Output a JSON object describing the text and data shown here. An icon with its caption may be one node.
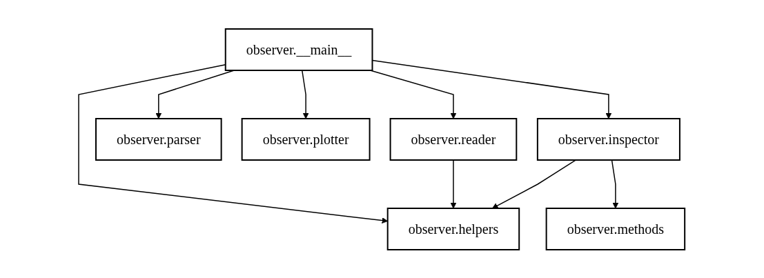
{
  "diagram": {
    "nodes": [
      {
        "text": [
          "observer.__main__"
        ]
      },
      {
        "text": [
          "observer.reader"
        ]
      },
      {
        "text": [
          "observer.parser"
        ]
      },
      {
        "text": [
          "observer.plotter"
        ]
      },
      {
        "text": [
          "observer.inspector"
        ]
      },
      {
        "text": [
          "observer.helpers"
        ]
      },
      {
        "text": [
          "observer.methods"
        ]
      }
    ],
    "edges": [
      {
        "from": 0,
        "to": 1,
        "arrow": "to"
      },
      {
        "from": 0,
        "to": 2,
        "arrow": "to"
      },
      {
        "from": 0,
        "to": 3,
        "arrow": "to"
      },
      {
        "from": 0,
        "to": 4,
        "arrow": "to"
      },
      {
        "from": 0,
        "to": 5,
        "arrow": "to"
      },
      {
        "from": 1,
        "to": 5,
        "arrow": "to"
      },
      {
        "from": 4,
        "to": 5,
        "arrow": "to"
      },
      {
        "from": 4,
        "to": 6,
        "arrow": "to"
      }
    ]
  }
}
